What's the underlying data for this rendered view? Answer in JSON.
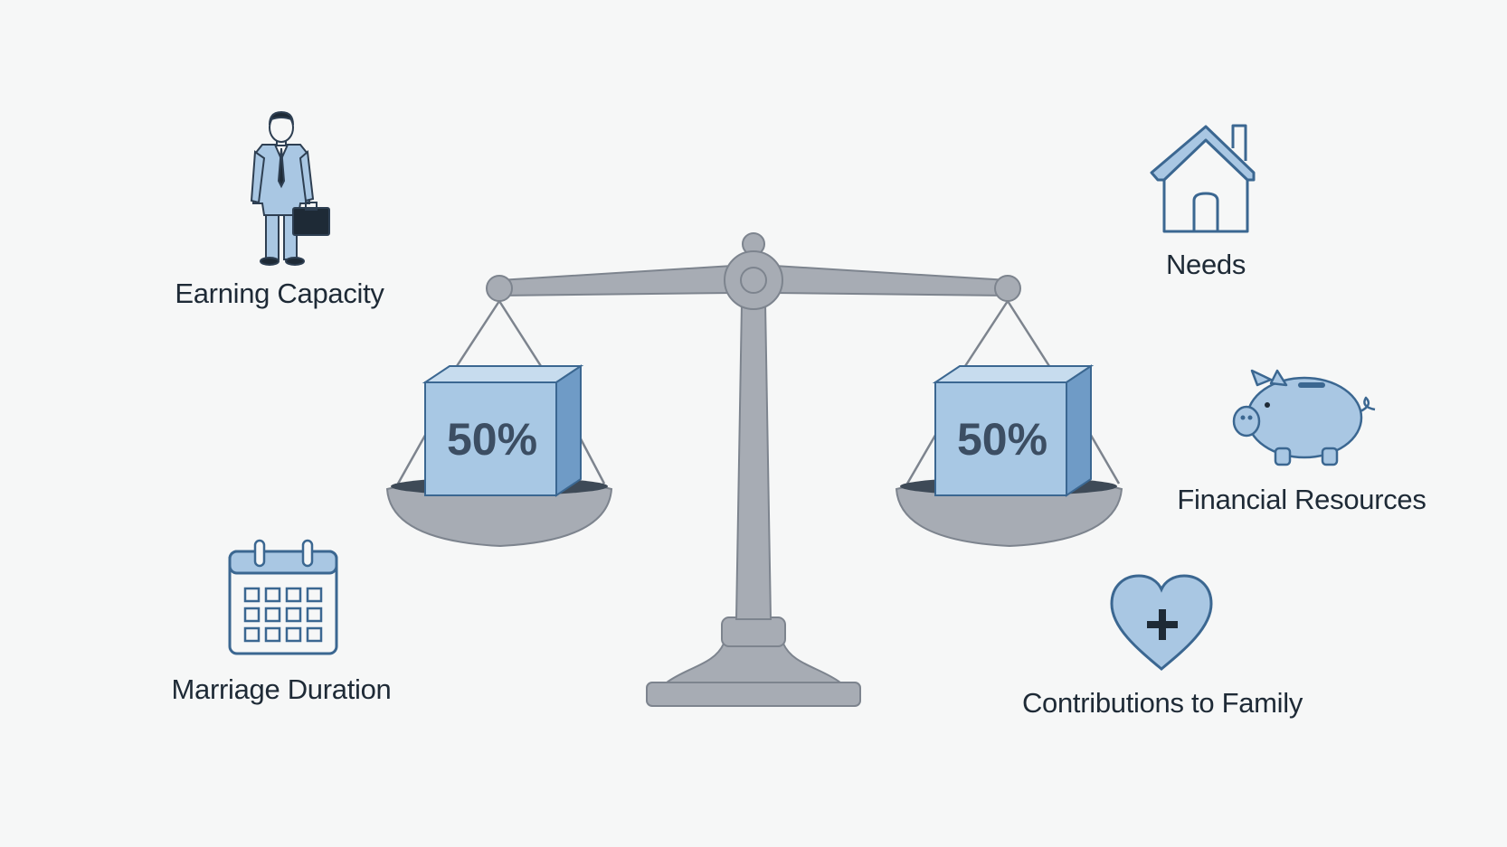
{
  "scale": {
    "left_weight": "50%",
    "right_weight": "50%"
  },
  "factors": {
    "earning_capacity": {
      "label": "Earning Capacity",
      "icon": "businessman-icon"
    },
    "marriage_duration": {
      "label": "Marriage Duration",
      "icon": "calendar-icon"
    },
    "needs": {
      "label": "Needs",
      "icon": "house-icon"
    },
    "financial_resources": {
      "label": "Financial Resources",
      "icon": "piggy-bank-icon"
    },
    "contributions_to_family": {
      "label": "Contributions to Family",
      "icon": "heart-plus-icon"
    }
  },
  "colors": {
    "background": "#f6f7f7",
    "scale_gray": "#a7acb4",
    "scale_stroke": "#7d848e",
    "icon_blue": "#a9c7e3",
    "icon_stroke": "#3b6791",
    "box_front": "#a8c8e4",
    "box_side": "#6f9bc6",
    "text": "#1e2a36"
  }
}
